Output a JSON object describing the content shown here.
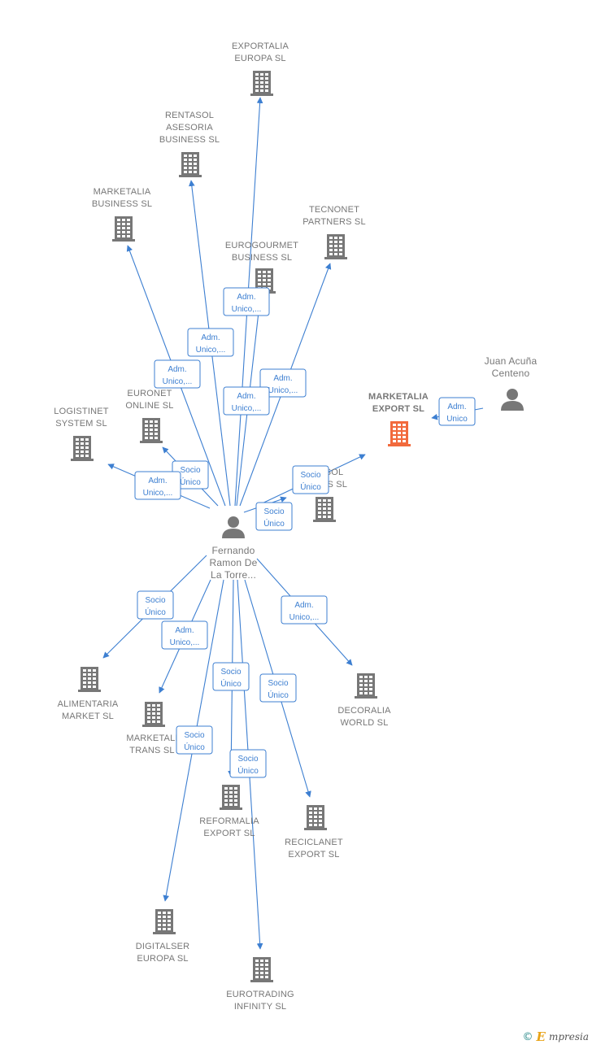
{
  "colors": {
    "edge": "#3d7fd1",
    "node": "#777777",
    "focus": "#f26a3d",
    "label_bg": "#ffffff"
  },
  "nodes": [
    {
      "id": "exportalia",
      "kind": "company",
      "lines": [
        "EXPORTALIA",
        "EUROPA  SL"
      ]
    },
    {
      "id": "rentasol",
      "kind": "company",
      "lines": [
        "RENTASOL",
        "ASESORIA",
        "BUSINESS  SL"
      ]
    },
    {
      "id": "marketalia_business",
      "kind": "company",
      "lines": [
        "MARKETALIA",
        "BUSINESS  SL"
      ]
    },
    {
      "id": "tecnonet",
      "kind": "company",
      "lines": [
        "TECNONET",
        "PARTNERS  SL"
      ]
    },
    {
      "id": "eurogourmet",
      "kind": "company",
      "lines": [
        "EUROGOURMET",
        "BUSINESS  SL"
      ]
    },
    {
      "id": "euronet",
      "kind": "company",
      "lines": [
        "EURONET",
        "ONLINE  SL"
      ]
    },
    {
      "id": "logistinet",
      "kind": "company",
      "lines": [
        "LOGISTINET",
        "SYSTEM  SL"
      ]
    },
    {
      "id": "marketalia_export",
      "kind": "company",
      "focus": true,
      "lines": [
        "MARKETALIA",
        "EXPORT  SL"
      ]
    },
    {
      "id": "juan",
      "kind": "person",
      "lines": [
        "Juan Acuña",
        "Centeno"
      ]
    },
    {
      "id": "sol_business",
      "kind": "company",
      "lines": [
        "SOL",
        "SS  SL"
      ]
    },
    {
      "id": "fernando",
      "kind": "person",
      "lines": [
        "Fernando",
        "Ramon De",
        "La Torre..."
      ]
    },
    {
      "id": "alimentaria",
      "kind": "company",
      "lines": [
        "ALIMENTARIA",
        "MARKET  SL"
      ]
    },
    {
      "id": "marketalia_trans",
      "kind": "company",
      "lines": [
        "MARKETALI",
        "TRANS  SL"
      ]
    },
    {
      "id": "decoralia",
      "kind": "company",
      "lines": [
        "DECORALIA",
        "WORLD  SL"
      ]
    },
    {
      "id": "reformalia",
      "kind": "company",
      "lines": [
        "REFORMALIA",
        "EXPORT  SL"
      ]
    },
    {
      "id": "reciclanet",
      "kind": "company",
      "lines": [
        "RECICLANET",
        "EXPORT  SL"
      ]
    },
    {
      "id": "digitalser",
      "kind": "company",
      "lines": [
        "DIGITALSER",
        "EUROPA  SL"
      ]
    },
    {
      "id": "eurotrading",
      "kind": "company",
      "lines": [
        "EUROTRADING",
        "INFINITY  SL"
      ]
    }
  ],
  "edges": [
    {
      "from": "fernando",
      "to": "exportalia",
      "label": [
        "Adm.",
        "Unico,..."
      ]
    },
    {
      "from": "fernando",
      "to": "rentasol",
      "label": [
        "Adm.",
        "Unico,..."
      ]
    },
    {
      "from": "fernando",
      "to": "marketalia_business",
      "label": [
        "Adm.",
        "Unico,..."
      ]
    },
    {
      "from": "fernando",
      "to": "tecnonet",
      "label": [
        "Adm.",
        "Unico,..."
      ]
    },
    {
      "from": "fernando",
      "to": "eurogourmet",
      "label": [
        "Adm.",
        "Unico,..."
      ]
    },
    {
      "from": "fernando",
      "to": "euronet",
      "label": [
        "Socio",
        "Único"
      ]
    },
    {
      "from": "fernando",
      "to": "logistinet",
      "label": [
        "Adm.",
        "Unico,..."
      ]
    },
    {
      "from": "fernando",
      "to": "marketalia_export",
      "label": [
        "Socio",
        "Único"
      ]
    },
    {
      "from": "fernando",
      "to": "sol_business",
      "label": [
        "Socio",
        "Único"
      ]
    },
    {
      "from": "juan",
      "to": "marketalia_export",
      "label": [
        "Adm.",
        "Unico"
      ]
    },
    {
      "from": "fernando",
      "to": "alimentaria",
      "label": [
        "Socio",
        "Único"
      ]
    },
    {
      "from": "fernando",
      "to": "marketalia_trans",
      "label": [
        "Adm.",
        "Unico,..."
      ]
    },
    {
      "from": "fernando",
      "to": "decoralia",
      "label": [
        "Adm.",
        "Unico,..."
      ]
    },
    {
      "from": "fernando",
      "to": "reformalia",
      "label": [
        "Socio",
        "Único"
      ]
    },
    {
      "from": "fernando",
      "to": "reciclanet",
      "label": [
        "Socio",
        "Único"
      ]
    },
    {
      "from": "fernando",
      "to": "digitalser",
      "label": [
        "Socio",
        "Único"
      ]
    },
    {
      "from": "fernando",
      "to": "eurotrading",
      "label": [
        "Socio",
        "Único"
      ]
    }
  ],
  "footer": {
    "copyright_symbol": "©",
    "brand_initial": "E",
    "brand_rest": "mpresia"
  }
}
